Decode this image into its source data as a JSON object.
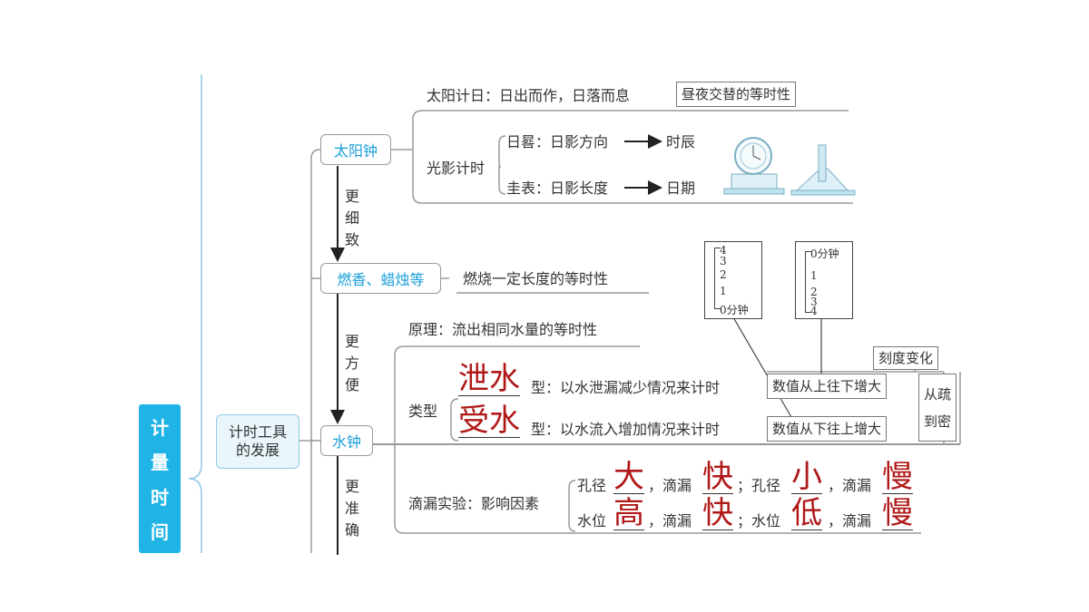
{
  "title_chars": [
    "计",
    "量",
    "时",
    "间"
  ],
  "root_node": [
    "计时工具",
    "的发展"
  ],
  "branches": {
    "sun": "太阳钟",
    "incense": "燃香、蜡烛等",
    "water": "水钟"
  },
  "arrows_text": {
    "finer": [
      "更",
      "细",
      "致"
    ],
    "convenient": [
      "更",
      "方",
      "便"
    ],
    "accurate": [
      "更",
      "准",
      "确"
    ]
  },
  "sun_branch": {
    "sun_day_label": "太阳计日：日出而作，日落而息",
    "sun_day_tag": "昼夜交替的等时性",
    "light_shadow": "光影计时",
    "sundial": "日晷：日影方向",
    "sundial_result": "时辰",
    "gnomon": "圭表：日影长度",
    "gnomon_result": "日期"
  },
  "incense_text": "燃烧一定长度的等时性",
  "water_branch": {
    "principle": "原理：流出相同水量的等时性",
    "types_label": "类型",
    "type1_answer": "泄水",
    "type1_text": "型：以水泄漏减少情况来计时",
    "type2_answer": "受水",
    "type2_text": "型：以水流入增加情况来计时",
    "experiment": "滴漏实验：影响因素",
    "row1": {
      "a": "孔径",
      "b": "大",
      "c": "，滴漏",
      "d": "快",
      "e": "；孔径",
      "f": "小",
      "g": "，滴漏",
      "h": "慢"
    },
    "row2": {
      "a": "水位",
      "b": "高",
      "c": "，滴漏",
      "d": "快",
      "e": "；水位",
      "f": "低",
      "g": "，滴漏",
      "h": "慢"
    }
  },
  "scale": {
    "tag": "刻度变化",
    "top_to_bottom": "数值从上往下增大",
    "bottom_to_top": "数值从下往上增大",
    "sparse_to_dense": [
      "从疏",
      "到密"
    ],
    "left_marks": [
      "4",
      "3",
      "2",
      "1",
      "0分钟"
    ],
    "right_marks": [
      "0分钟",
      "1",
      "2",
      "3",
      "4"
    ]
  },
  "colors": {
    "accent_blue": "#1a9ed8",
    "title_bar": "#20b4e6",
    "answer_red": "#b01818"
  }
}
